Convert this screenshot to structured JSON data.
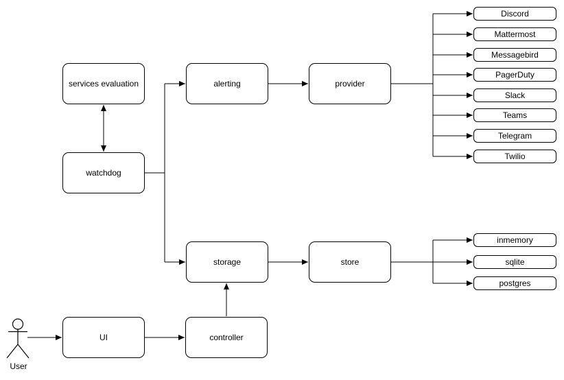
{
  "diagram": {
    "nodes": {
      "services_evaluation": {
        "label": "services evaluation"
      },
      "watchdog": {
        "label": "watchdog"
      },
      "alerting": {
        "label": "alerting"
      },
      "provider": {
        "label": "provider"
      },
      "storage": {
        "label": "storage"
      },
      "store": {
        "label": "store"
      },
      "ui": {
        "label": "UI"
      },
      "controller": {
        "label": "controller"
      }
    },
    "providers": [
      "Discord",
      "Mattermost",
      "Messagebird",
      "PagerDuty",
      "Slack",
      "Teams",
      "Telegram",
      "Twilio"
    ],
    "stores": [
      "inmemory",
      "sqlite",
      "postgres"
    ],
    "actor": {
      "label": "User"
    },
    "colors": {
      "stroke": "#000000",
      "node_fill": "#ffffff",
      "background": "#ffffff"
    }
  }
}
